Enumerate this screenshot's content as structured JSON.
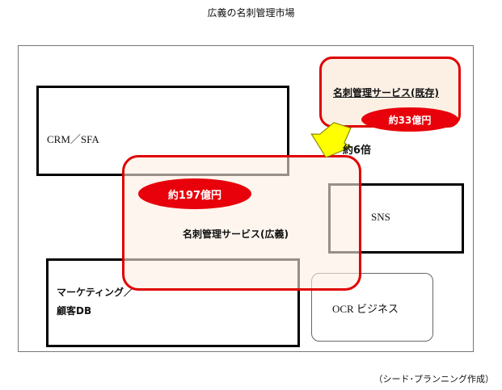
{
  "title": "広義の名刺管理市場",
  "boxes": {
    "crm": "CRM／SFA",
    "sns": "SNS",
    "marketing_line1": "マーケティング／",
    "marketing_line2": "顧客DB",
    "ocr": "OCR ビジネス"
  },
  "markets": {
    "broad_label": "名刺管理サービス(広義)",
    "broad_size": "約197億円",
    "existing_label": "名刺管理サービス(既存)",
    "existing_size": "約33億円",
    "multiplier": "約6倍"
  },
  "source": "（シード･プランニング作成）",
  "colors": {
    "accent_red": "#e8000a",
    "arrow_yellow": "#ffff00"
  }
}
